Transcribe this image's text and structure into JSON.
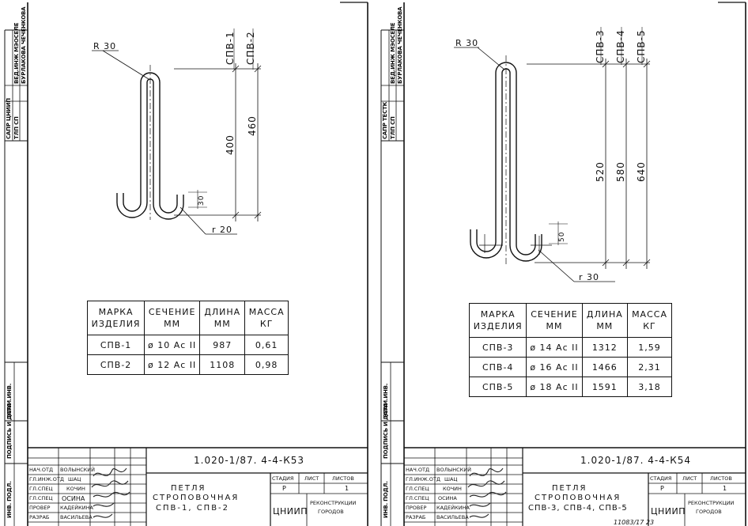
{
  "left": {
    "side_labels": {
      "col1": "САПР ЦНИИП",
      "col2": "ТЛП СП",
      "col3": "ВЕД.ИНЖ МЭОСЕЛЕ",
      "col4": "БУРЛАКОВА ЧЕЧЕНКОВА",
      "inv": "ИНВ. ПОДЛ.",
      "sign": "ПОДПИСЬ И ДАТА",
      "vz": "ВЗАМ.ИНВ."
    },
    "radius_top": "R 30",
    "radius_bottom": "r 20",
    "marks": [
      "СПВ-1",
      "СПВ-2"
    ],
    "dims": [
      "400",
      "460"
    ],
    "dim_hook": "30",
    "table": {
      "headers": [
        "МАРКА ИЗДЕЛИЯ",
        "СЕЧЕНИЕ ММ",
        "ДЛИНА ММ",
        "МАССА КГ"
      ],
      "rows": [
        [
          "СПВ-1",
          "ø 10 Ас II",
          "987",
          "0,61"
        ],
        [
          "СПВ-2",
          "ø 12 Ас II",
          "1108",
          "0,98"
        ]
      ]
    },
    "doc_code": "1.020-1/87. 4-4-К53",
    "title_lines": [
      "ПЕТЛЯ",
      "СТРОПОВОЧНАЯ",
      "СПВ-1, СПВ-2"
    ],
    "stamp_head": [
      "СТАДИЯ",
      "ЛИСТ",
      "ЛИСТОВ"
    ],
    "stamp_vals": [
      "Р",
      "",
      "1"
    ],
    "org": "ЦНИИП",
    "org_sub": [
      "РЕКОНСТРУКЦИИ",
      "ГОРОДОВ"
    ],
    "staff": [
      [
        "НАЧ.ОТД",
        "ВОЛЫНСКИЙ"
      ],
      [
        "ГЛ.ИНЖ.ОТД",
        "ШАЦ"
      ],
      [
        "ГЛ.СПЕЦ",
        "КОЧИН"
      ],
      [
        "ГЛ.СПЕЦ",
        "ОСИНА"
      ],
      [
        "ПРОВЕР",
        "КАДЕЙКИНА"
      ],
      [
        "РАЗРАБ",
        "ВАСИЛЬЕВА"
      ]
    ]
  },
  "right": {
    "side_labels": {
      "col1": "САПР ТЕСТК",
      "col2": "ТЛП СП",
      "col3": "ВЕД.ИНЖ МЭОСЕЛЕ",
      "col4": "БУРЛАКОВА ЧЕЧЕНКОВА",
      "inv": "ИНВ. ПОДЛ.",
      "sign": "ПОДПИСЬ И ДАТА",
      "vz": "ВЗАМ.ИНВ."
    },
    "radius_top": "R 30",
    "radius_bottom": "r 30",
    "marks": [
      "СПВ-3",
      "СПВ-4",
      "СПВ-5"
    ],
    "dims": [
      "520",
      "580",
      "640"
    ],
    "dim_hook": "50",
    "table": {
      "headers": [
        "МАРКА ИЗДЕЛИЯ",
        "СЕЧЕНИЕ ММ",
        "ДЛИНА ММ",
        "МАССА КГ"
      ],
      "rows": [
        [
          "СПВ-3",
          "ø 14 Ас II",
          "1312",
          "1,59"
        ],
        [
          "СПВ-4",
          "ø 16 Ас II",
          "1466",
          "2,31"
        ],
        [
          "СПВ-5",
          "ø 18 Ас II",
          "1591",
          "3,18"
        ]
      ]
    },
    "doc_code": "1.020-1/87. 4-4-К54",
    "title_lines": [
      "ПЕТЛЯ",
      "СТРОПОВОЧНАЯ",
      "СПВ-3, СПВ-4, СПВ-5"
    ],
    "stamp_head": [
      "СТАДИЯ",
      "ЛИСТ",
      "ЛИСТОВ"
    ],
    "stamp_vals": [
      "Р",
      "",
      "1"
    ],
    "org": "ЦНИИП",
    "org_sub": [
      "РЕКОНСТРУКЦИИ",
      "ГОРОДОВ"
    ],
    "staff": [
      [
        "НАЧ.ОТД",
        "ВОЛЫНСКИЙ"
      ],
      [
        "ГЛ.ИНЖ.ОТД",
        "ШАЦ"
      ],
      [
        "ГЛ.СПЕЦ",
        "КОЧИН"
      ],
      [
        "ГЛ.СПЕЦ",
        "ОСИНА"
      ],
      [
        "ПРОВЕР",
        "КАДЕЙКИНА"
      ],
      [
        "РАЗРАБ",
        "ВАСИЛЬЕВА"
      ]
    ],
    "footer_note": "11083/17 23"
  }
}
